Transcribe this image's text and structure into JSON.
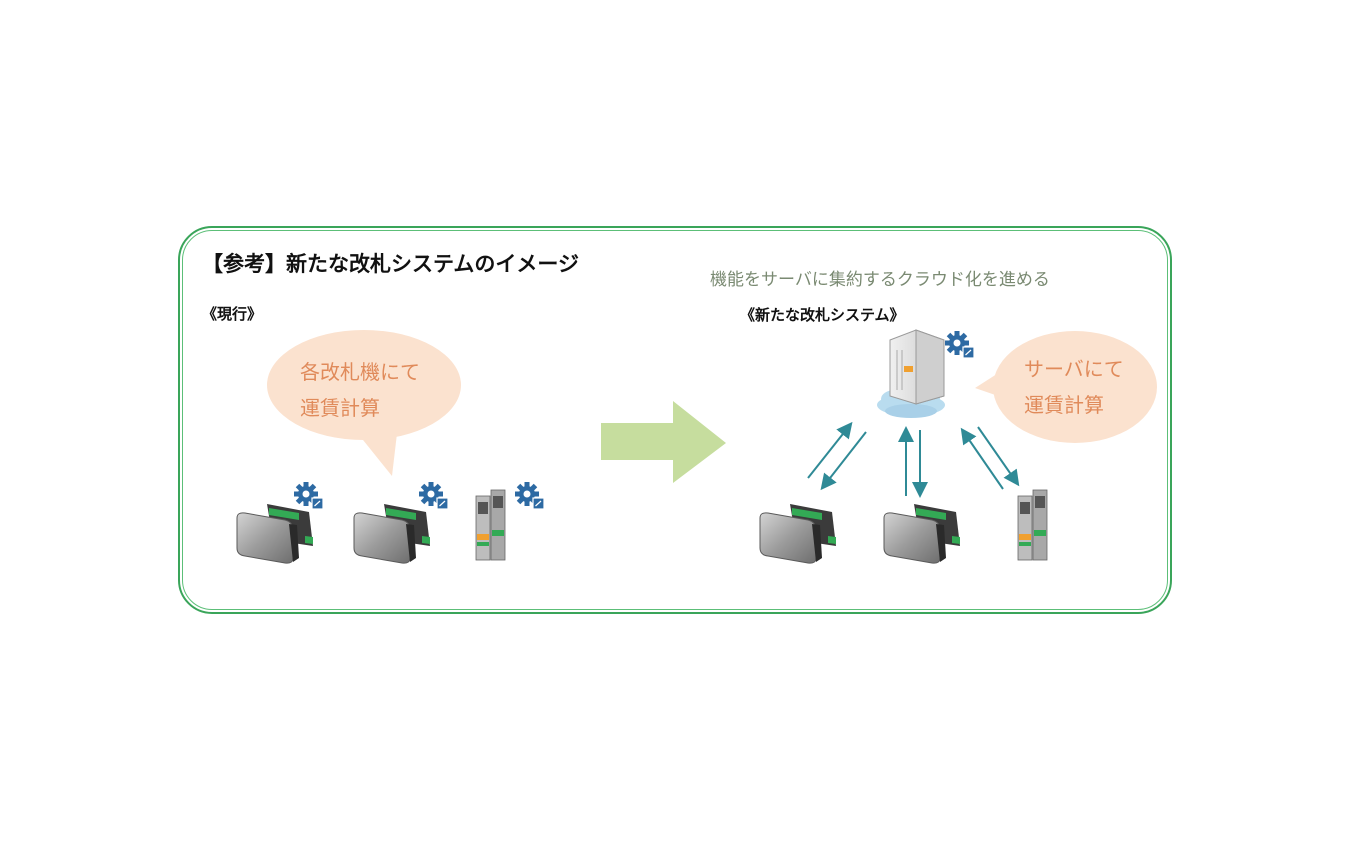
{
  "title": "【参考】新たな改札システムのイメージ",
  "current_label": "《現行》",
  "new_label": "《新たな改札システム》",
  "cloud_caption": "機能をサーバに集約するクラウド化を進める",
  "bubble_current": {
    "line1": "各改札機にて",
    "line2": "運賃計算"
  },
  "bubble_new": {
    "line1": "サーバにて",
    "line2": "運賃計算"
  },
  "colors": {
    "frame": "#3aa55a",
    "bubble": "#fbe2cf",
    "bubble_text": "#e08a5a",
    "arrow_big": "#c6dd9e",
    "arrow_link": "#2f8a96",
    "gear": "#2d6aa3",
    "cloud": "#b9dcef"
  },
  "icons": [
    "gear-icon",
    "ticket-gate-icon",
    "fare-machine-icon",
    "server-icon",
    "cloud-icon"
  ]
}
